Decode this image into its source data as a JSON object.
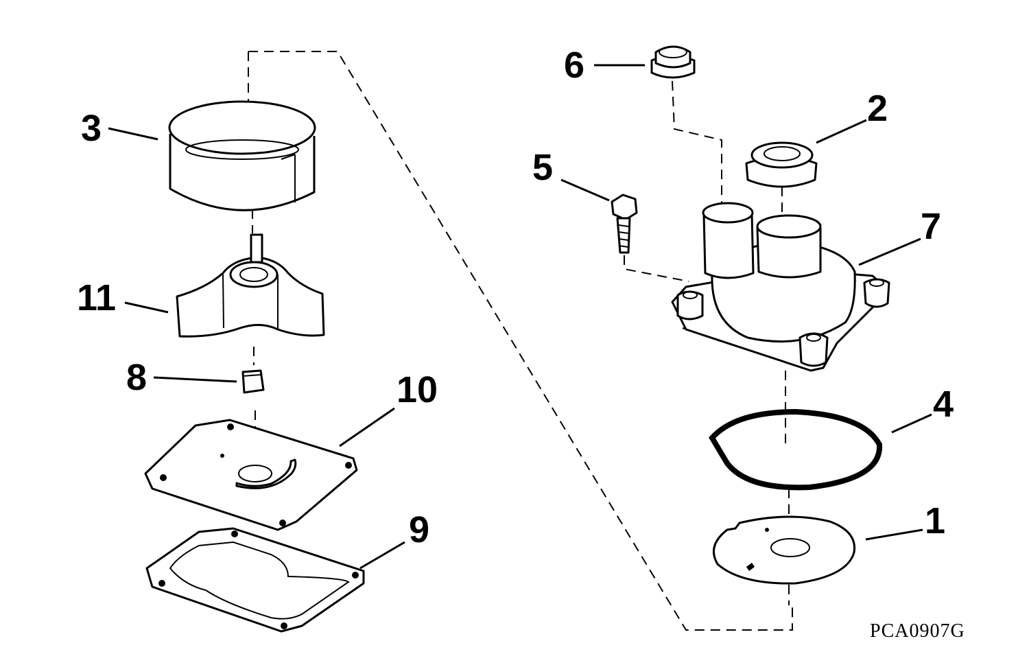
{
  "callouts": {
    "c1": "1",
    "c2": "2",
    "c3": "3",
    "c4": "4",
    "c5": "5",
    "c6": "6",
    "c7": "7",
    "c8": "8",
    "c9": "9",
    "c10": "10",
    "c11": "11"
  },
  "figure_code": "PCA0907G",
  "colors": {
    "ink": "#000000",
    "paper": "#ffffff"
  }
}
